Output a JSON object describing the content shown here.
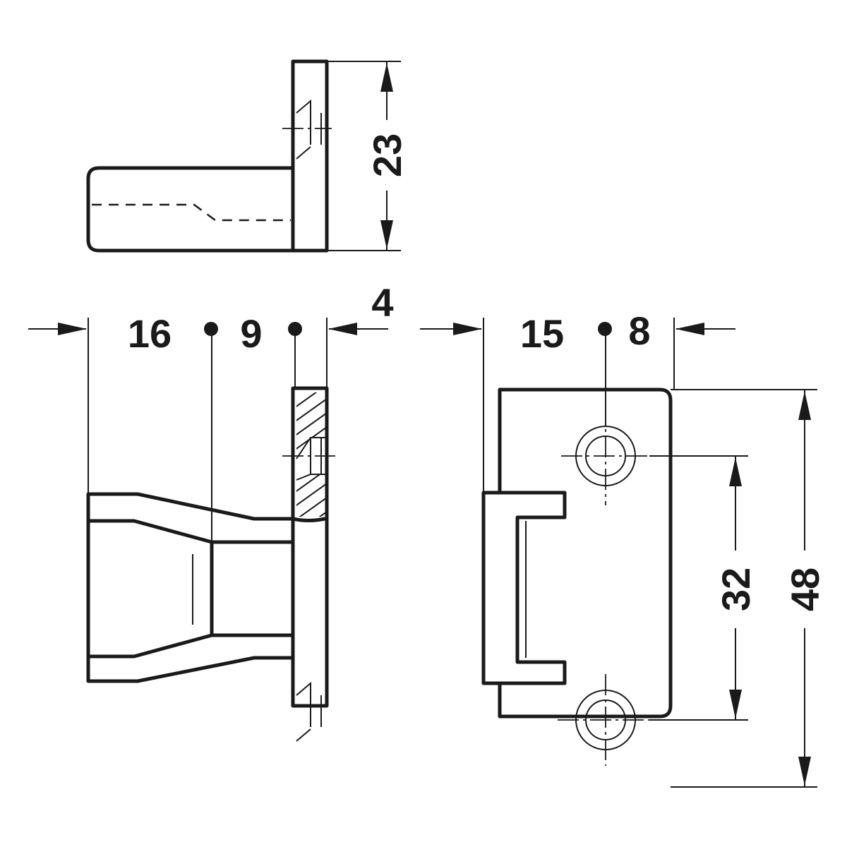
{
  "dimensions": {
    "top_height": "23",
    "side_depth": "16",
    "side_hole_offset": "9",
    "side_plate_thickness": "4",
    "front_depth": "15",
    "front_hole_offset": "8",
    "hole_spacing": "32",
    "plate_height": "48"
  },
  "colors": {
    "line": "#1a1a1a",
    "background": "#ffffff"
  }
}
